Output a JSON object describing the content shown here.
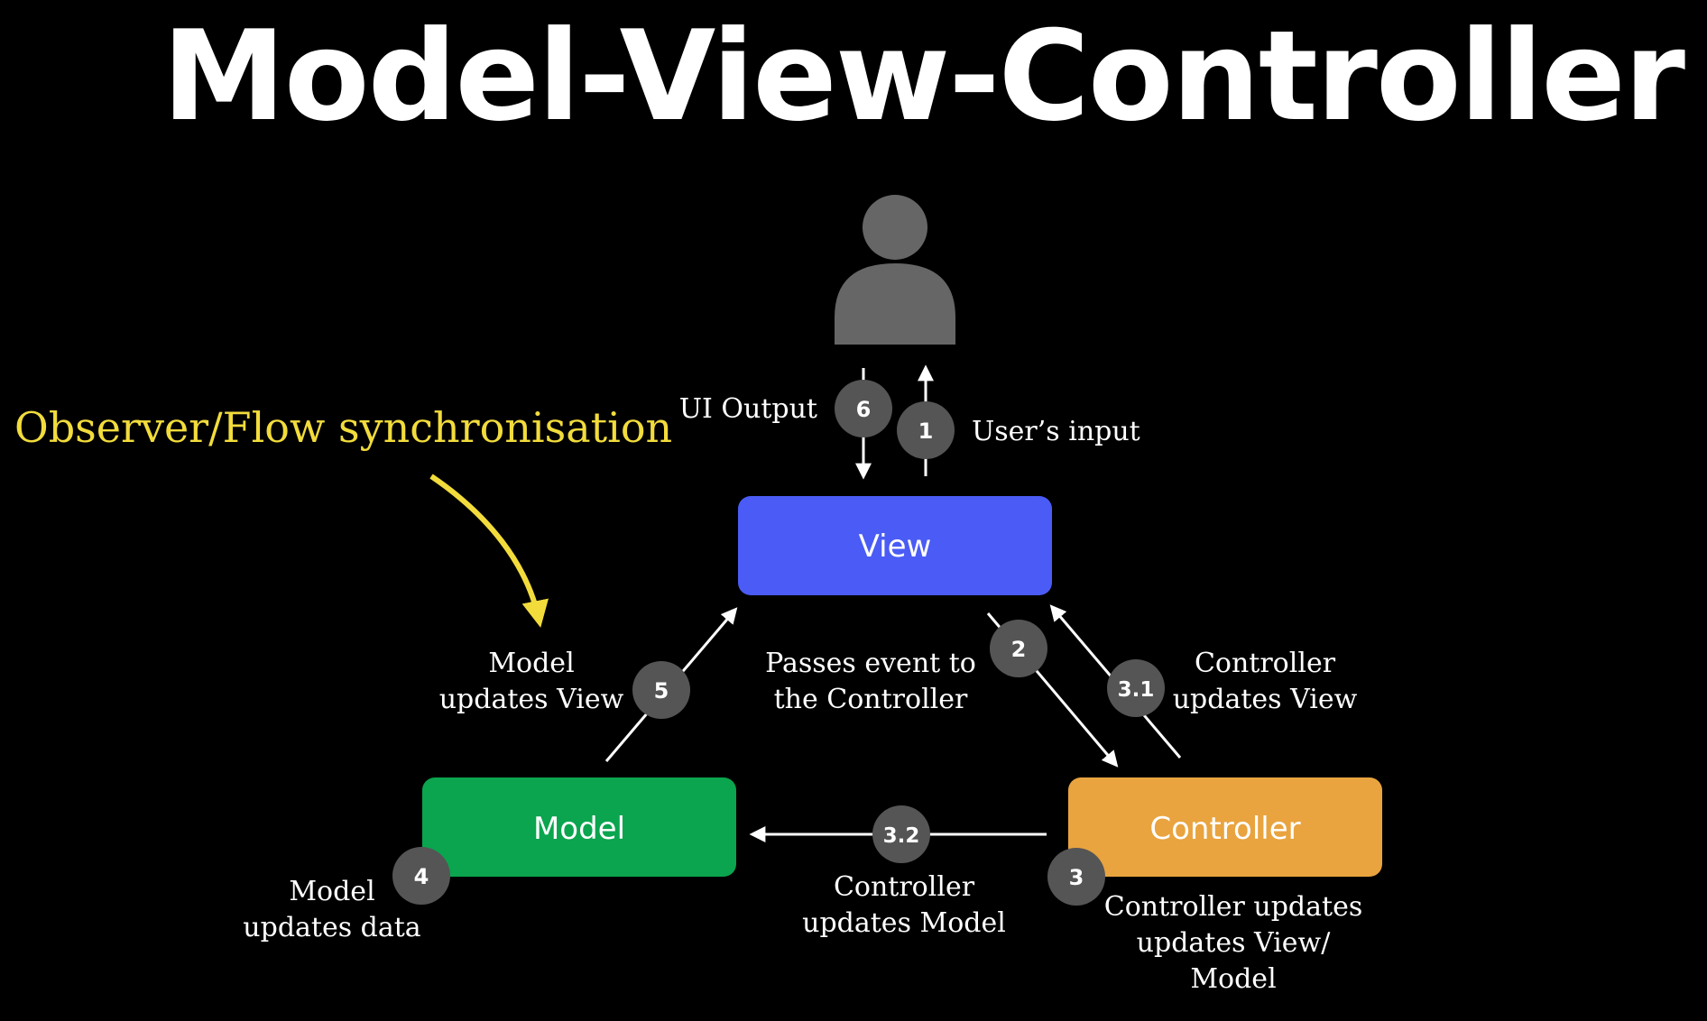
{
  "title": "Model-View-Controller",
  "annotation": "Observer/Flow synchronisation",
  "colors": {
    "background": "#000000",
    "view": "#4a5cf5",
    "model": "#0aa54e",
    "controller": "#e9a43f",
    "badge": "#555555",
    "annotation": "#f2dc3c",
    "user": "#666666"
  },
  "icons": {
    "user": "user-silhouette-icon"
  },
  "boxes": {
    "view": "View",
    "model": "Model",
    "controller": "Controller"
  },
  "steps": {
    "s6": {
      "badge": "6",
      "label": "UI Output"
    },
    "s1": {
      "badge": "1",
      "label": "User’s input"
    },
    "s5": {
      "badge": "5",
      "line1": "Model",
      "line2": "updates View"
    },
    "s2": {
      "badge": "2",
      "line1": "Passes event to",
      "line2": "the Controller"
    },
    "s31": {
      "badge": "3.1",
      "line1": "Controller",
      "line2": "updates View"
    },
    "s32": {
      "badge": "3.2",
      "line1": "Controller",
      "line2": "updates Model"
    },
    "s4": {
      "badge": "4",
      "line1": "Model",
      "line2": "updates data"
    },
    "s3": {
      "badge": "3",
      "line1": "Controller updates",
      "line2": "updates View/",
      "line3": "Model"
    }
  }
}
